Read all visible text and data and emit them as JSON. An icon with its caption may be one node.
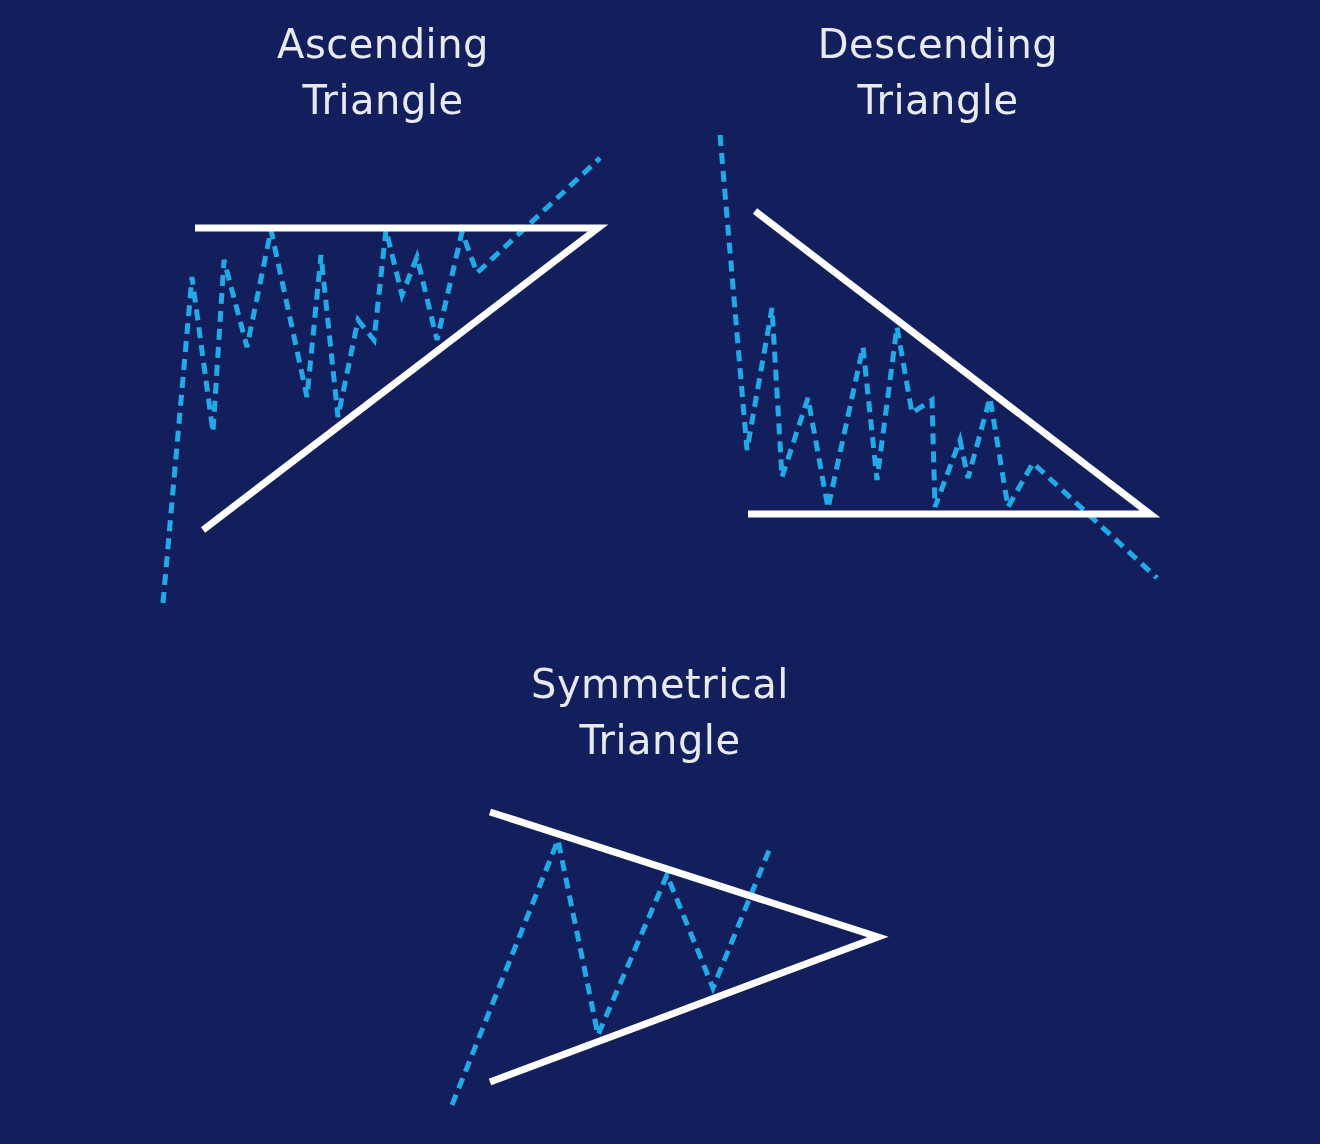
{
  "diagram": {
    "labels": [
      "Ascending Triangle",
      "Descending Triangle",
      "Symmetrical Triangle"
    ]
  }
}
